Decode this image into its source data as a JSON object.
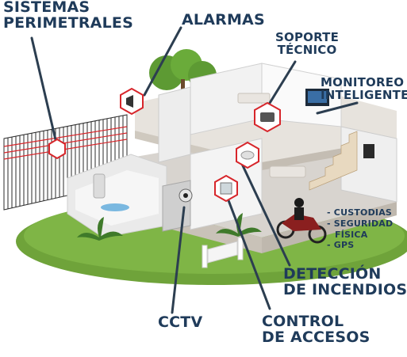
{
  "labels": {
    "sistemas_perimetrales_1": "SISTEMAS",
    "sistemas_perimetrales_2": "PERIMETRALES",
    "alarmas": "ALARMAS",
    "soporte_1": "SOPORTE",
    "soporte_2": "TÉCNICO",
    "monitoreo_1": "MONITOREO",
    "monitoreo_2": "INTELIGENTE",
    "custodias": "- CUSTODIAS",
    "seguridad": "- SEGURIDAD",
    "fisica": "FÍSICA",
    "gps": "- GPS",
    "deteccion_1": "DETECCIÓN",
    "deteccion_2": "DE INCENDIOS",
    "cctv": "CCTV",
    "control_1": "CONTROL",
    "control_2": "DE ACCESOS"
  },
  "colors": {
    "label_text": "#1f3b5a",
    "pointer_line": "#2c3e50",
    "marker_border": "#d7262b",
    "grass": "#6fa33a",
    "wall": "#eeeeee",
    "floor": "#d8d4cf"
  },
  "icons": [
    "siren-icon",
    "telephone-icon",
    "smoke-detector-icon",
    "keypad-icon",
    "camera-icon",
    "monitor-icon"
  ]
}
